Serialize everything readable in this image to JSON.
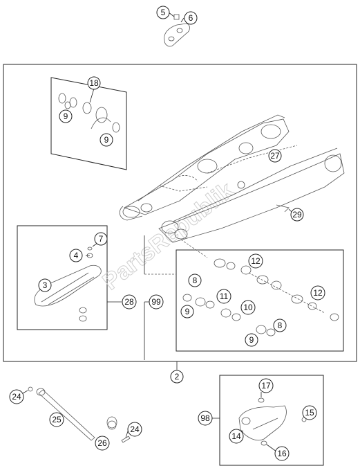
{
  "diagram": {
    "watermark": "PartsRepublik",
    "callouts": [
      {
        "id": "c5",
        "label": "5"
      },
      {
        "id": "c6",
        "label": "6"
      },
      {
        "id": "c18",
        "label": "18"
      },
      {
        "id": "c9a",
        "label": "9"
      },
      {
        "id": "c9b",
        "label": "9"
      },
      {
        "id": "c27",
        "label": "27"
      },
      {
        "id": "c29",
        "label": "29"
      },
      {
        "id": "c7",
        "label": "7"
      },
      {
        "id": "c4",
        "label": "4"
      },
      {
        "id": "c3",
        "label": "3"
      },
      {
        "id": "c28",
        "label": "28"
      },
      {
        "id": "c99",
        "label": "99"
      },
      {
        "id": "c12a",
        "label": "12"
      },
      {
        "id": "c8a",
        "label": "8"
      },
      {
        "id": "c11",
        "label": "11"
      },
      {
        "id": "c12b",
        "label": "12"
      },
      {
        "id": "c9c",
        "label": "9"
      },
      {
        "id": "c10",
        "label": "10"
      },
      {
        "id": "c8b",
        "label": "8"
      },
      {
        "id": "c9d",
        "label": "9"
      },
      {
        "id": "c2",
        "label": "2"
      },
      {
        "id": "c24a",
        "label": "24"
      },
      {
        "id": "c25",
        "label": "25"
      },
      {
        "id": "c26",
        "label": "26"
      },
      {
        "id": "c24b",
        "label": "24"
      },
      {
        "id": "c17",
        "label": "17"
      },
      {
        "id": "c98",
        "label": "98"
      },
      {
        "id": "c15",
        "label": "15"
      },
      {
        "id": "c14",
        "label": "14"
      },
      {
        "id": "c16",
        "label": "16"
      }
    ]
  }
}
